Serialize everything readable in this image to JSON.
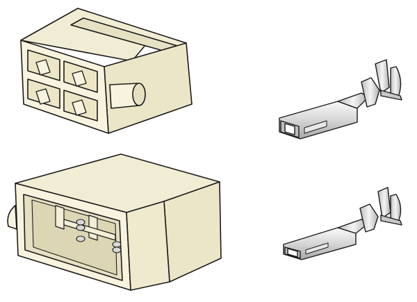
{
  "scene": {
    "background": "#ffffff",
    "housing_color": "#f6f2dc",
    "housing_shade": "#e6e0c2",
    "housing_dark": "#d3cca8",
    "outline_color": "#1a1a1a",
    "metal_light": "#f2f2f2",
    "metal_mid": "#cfcfcf",
    "metal_dark": "#9a9a9a"
  },
  "parts": [
    {
      "name": "female-housing-4-pin"
    },
    {
      "name": "male-housing-4-pin"
    },
    {
      "name": "female-terminal-large"
    },
    {
      "name": "female-terminal-small"
    }
  ]
}
